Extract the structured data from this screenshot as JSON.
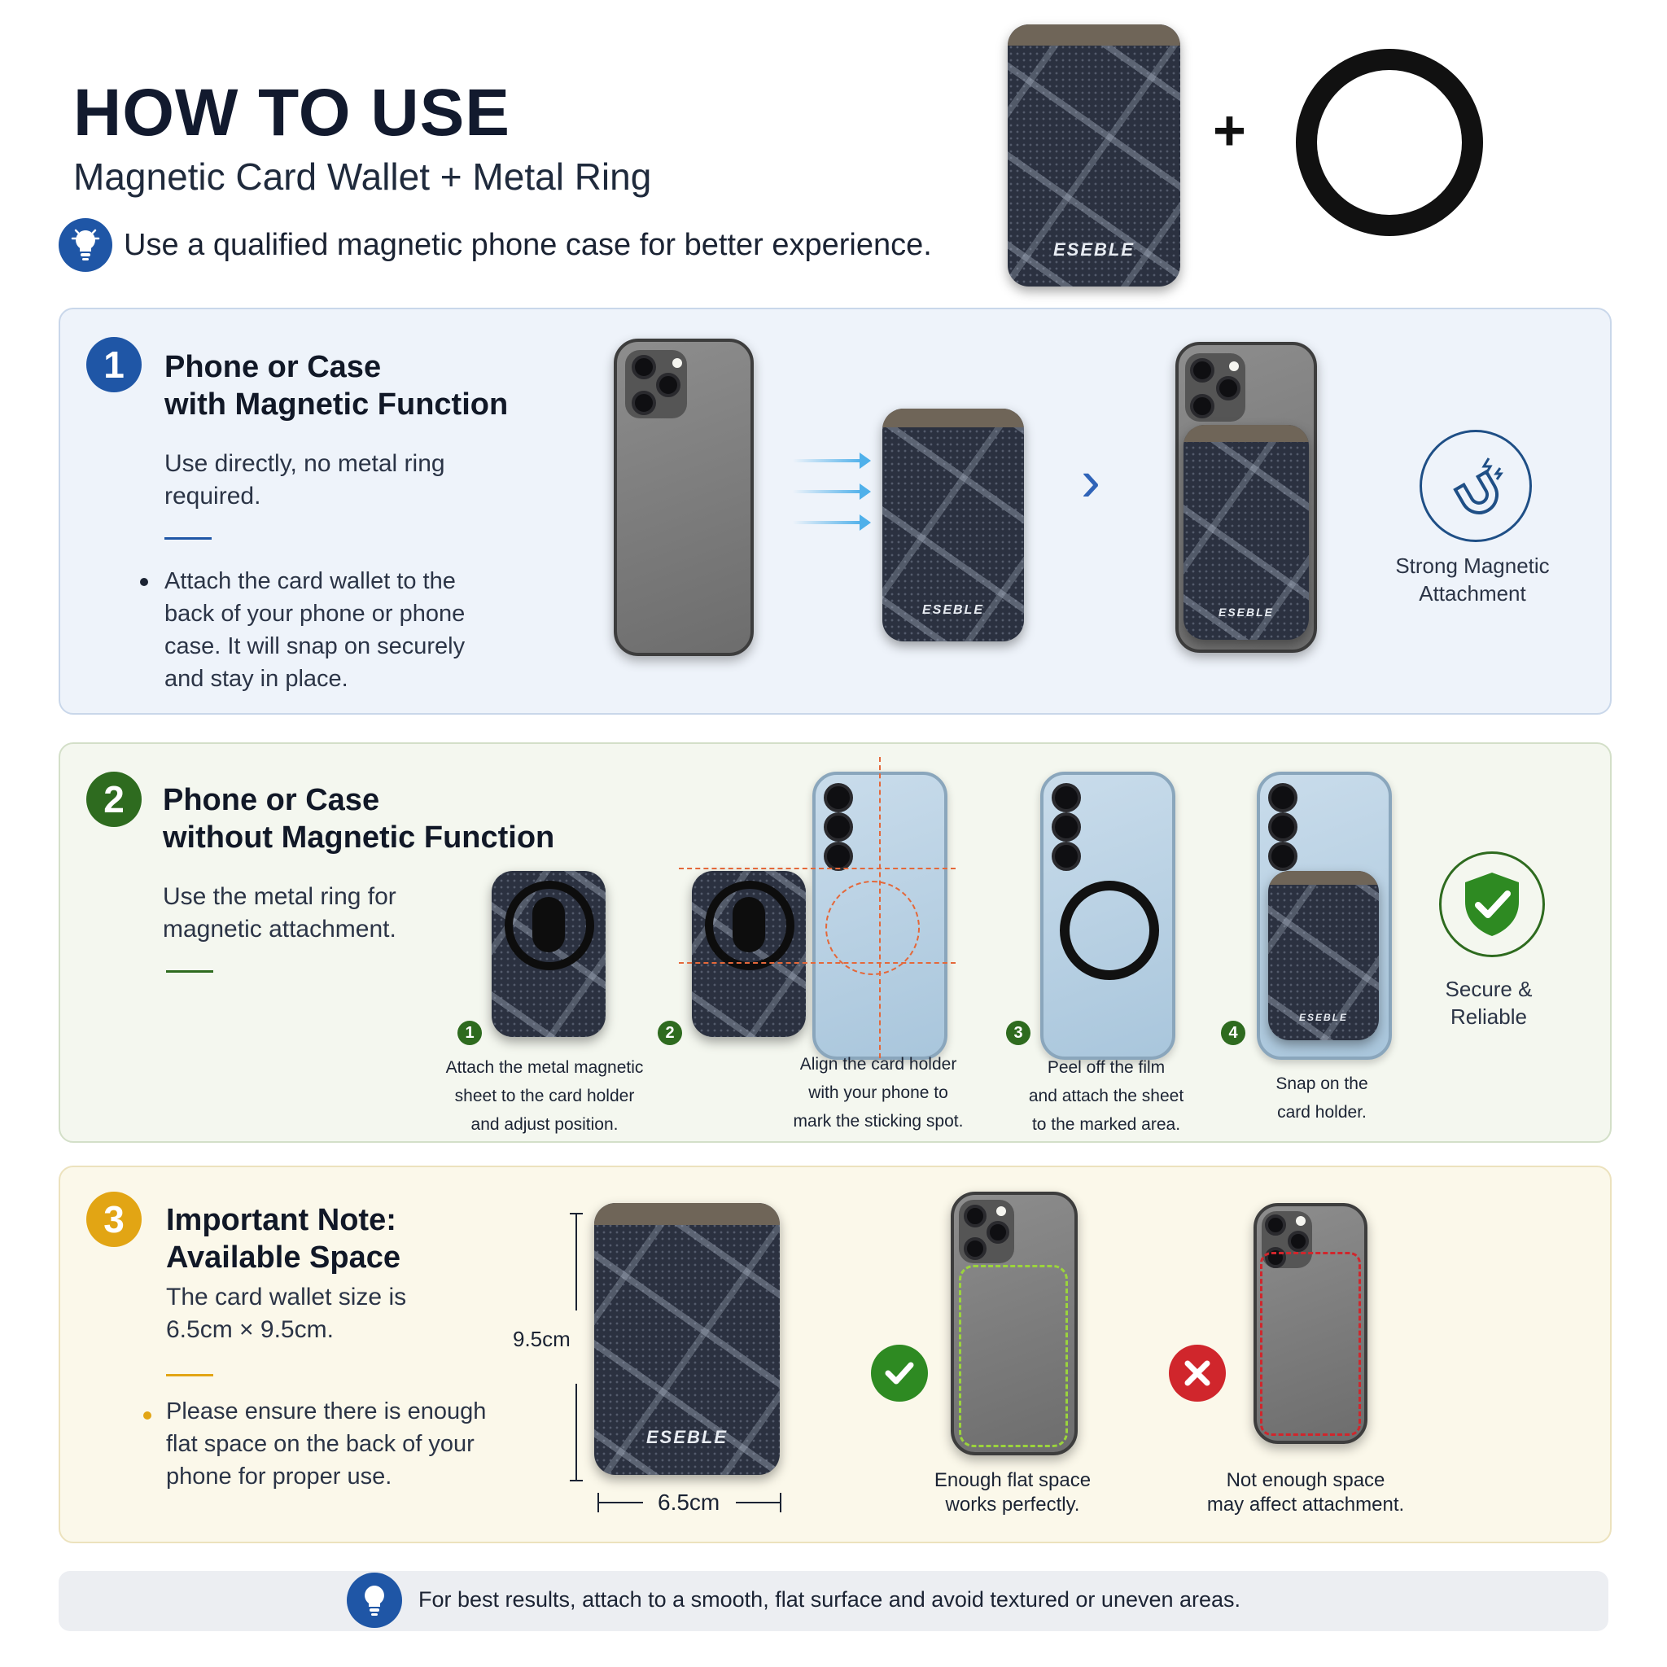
{
  "header": {
    "title": "HOW TO USE",
    "subtitle": "Magnetic Card Wallet + Metal Ring",
    "tip": "Use a qualified magnetic phone case for better experience.",
    "plus": "+",
    "brand": "ESEBLE"
  },
  "section1": {
    "number": "1",
    "title_line1": "Phone or Case",
    "title_line2": "with Magnetic Function",
    "desc_line1": "Use directly, no metal ring",
    "desc_line2": "required.",
    "bullet": [
      "Attach the card wallet to the",
      "back of your phone or phone",
      "case. It will snap on securely",
      "and stay in place."
    ],
    "side_label": [
      "Strong Magnetic",
      "Attachment"
    ],
    "side_icon": "magnet-icon",
    "chevron": "›"
  },
  "section2": {
    "number": "2",
    "title_line1": "Phone or Case",
    "title_line2": "without Magnetic Function",
    "desc_line1": "Use the metal ring for",
    "desc_line2": "magnetic attachment.",
    "steps": [
      {
        "n": "1",
        "lines": [
          "Attach the metal magnetic",
          "sheet to the card holder",
          "and adjust position."
        ]
      },
      {
        "n": "2",
        "lines": [
          "Align the card holder",
          "with your phone to",
          "mark the sticking spot."
        ]
      },
      {
        "n": "3",
        "lines": [
          "Peel off the film",
          "and attach the sheet",
          "to the marked area."
        ]
      },
      {
        "n": "4",
        "lines": [
          "Snap on the",
          "card holder."
        ]
      }
    ],
    "side_label": [
      "Secure &",
      "Reliable"
    ],
    "side_icon": "shield-check-icon"
  },
  "section3": {
    "number": "3",
    "title_line1": "Important Note:",
    "title_line2": "Available Space",
    "desc_line1": "The card wallet size is",
    "desc_line2": "6.5cm × 9.5cm.",
    "bullet": [
      "Please ensure there is enough",
      "flat space on the back of your",
      "phone for proper use."
    ],
    "height_label": "9.5cm",
    "width_label": "6.5cm",
    "ok_caption": [
      "Enough flat space",
      "works perfectly."
    ],
    "bad_caption": [
      "Not enough space",
      "may affect attachment."
    ]
  },
  "footer": {
    "tip": "For best results, attach to a smooth, flat surface and avoid textured or uneven areas."
  },
  "colors": {
    "blue": "#1f56a6",
    "green": "#2e6b1f",
    "gold": "#e2a514",
    "ok": "#2e8a22",
    "bad": "#d0262c"
  }
}
